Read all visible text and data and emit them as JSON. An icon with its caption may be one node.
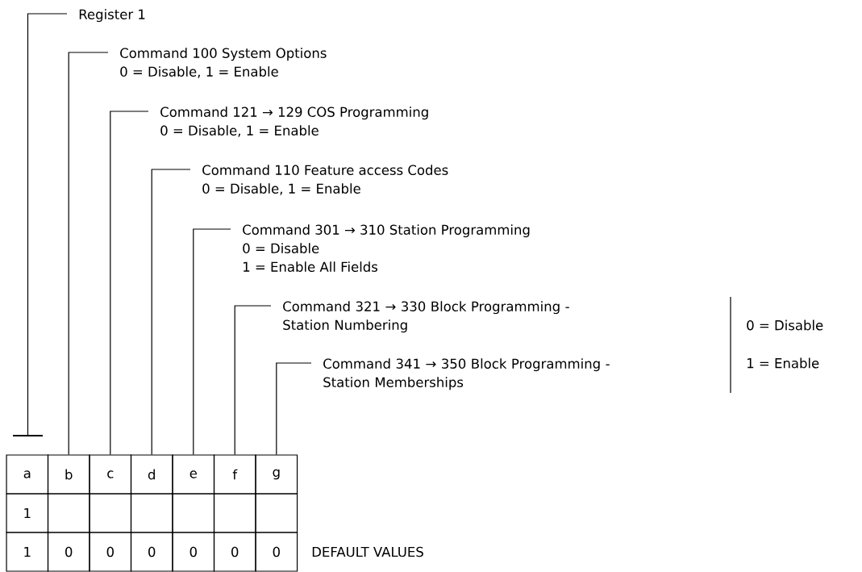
{
  "diagram": {
    "nodes": [
      {
        "text": [
          "Register 1"
        ]
      },
      {
        "text": [
          "Command 100 System Options",
          "0 = Disable, 1 = Enable"
        ]
      },
      {
        "text": [
          "Command 121 → 129 COS Programming",
          "0 = Disable, 1 = Enable"
        ]
      },
      {
        "text": [
          "Command 110 Feature access Codes",
          "0 = Disable, 1 = Enable"
        ]
      },
      {
        "text": [
          "Command 301 → 310 Station Programming",
          "0 = Disable",
          "1 = Enable All Fields"
        ]
      },
      {
        "text": [
          "Command 321 → 330 Block Programming - Station Numbering"
        ]
      },
      {
        "text": [
          "Command 341 → 350 Block Programming - Station Memberships"
        ]
      },
      {
        "text": [
          "a"
        ]
      },
      {
        "text": [
          "b"
        ]
      },
      {
        "text": [
          "c"
        ]
      },
      {
        "text": [
          "d"
        ]
      },
      {
        "text": [
          "e"
        ]
      },
      {
        "text": [
          "f"
        ]
      },
      {
        "text": [
          "g"
        ]
      }
    ],
    "edges": [
      {
        "from": 0,
        "to": null,
        "arrow": "none"
      },
      {
        "from": 1,
        "to": 8,
        "arrow": "none"
      },
      {
        "from": 2,
        "to": 9,
        "arrow": "none"
      },
      {
        "from": 3,
        "to": 10,
        "arrow": "none"
      },
      {
        "from": 4,
        "to": 11,
        "arrow": "none"
      },
      {
        "from": 5,
        "to": 12,
        "arrow": "none"
      },
      {
        "from": 6,
        "to": 13,
        "arrow": "none"
      }
    ],
    "labels": [
      "0 = Disable",
      "1 = Enable",
      "1",
      "1",
      "0",
      "0",
      "0",
      "0",
      "0",
      "0",
      "DEFAULT VALUES"
    ]
  }
}
